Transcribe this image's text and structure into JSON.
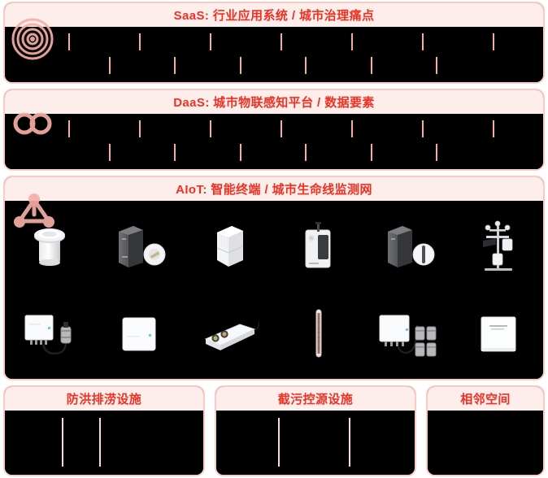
{
  "layers": [
    {
      "id": "saas",
      "title": "SaaS:  行业应用系统 / 城市治理痛点",
      "icon": "radar-waves-icon",
      "tick_rows": [
        7,
        6
      ]
    },
    {
      "id": "daas",
      "title": "DaaS:  城市物联感知平台 / 数据要素",
      "icon": "infinity-database-icon",
      "tick_rows": [
        7,
        6
      ]
    },
    {
      "id": "aiot",
      "title": "AIoT:  智能终端 / 城市生命线监测网",
      "icon": "network-nodes-icon",
      "devices": [
        {
          "name": "manhole-cover-sensor",
          "glyph": "round-well-cap"
        },
        {
          "name": "gas-detector-with-smoke-sensor",
          "glyph": "dark-tower-plus-disc"
        },
        {
          "name": "white-cube-controller",
          "glyph": "white-cube"
        },
        {
          "name": "wall-mounted-monitor",
          "glyph": "panel-box"
        },
        {
          "name": "dark-tower-with-probe",
          "glyph": "dark-tower-plus-oval"
        },
        {
          "name": "weather-station",
          "glyph": "weather-mast"
        },
        {
          "name": "level-gauge-transmitter",
          "glyph": "box-with-probe"
        },
        {
          "name": "square-panel-sensor",
          "glyph": "flat-square"
        },
        {
          "name": "inline-flow-meter",
          "glyph": "bar-module"
        },
        {
          "name": "rain-gauge-stick",
          "glyph": "thin-tube"
        },
        {
          "name": "multi-probe-controller",
          "glyph": "box-with-two-probes"
        },
        {
          "name": "labeled-white-panel",
          "glyph": "label-square"
        }
      ]
    }
  ],
  "bottom_panels": [
    {
      "id": "flood-drainage",
      "title": "防洪排涝设施",
      "dividers": 2
    },
    {
      "id": "sewage-control",
      "title": "截污控源设施",
      "dividers": 2
    },
    {
      "id": "adjacent-space",
      "title": "相邻空间",
      "dividers": 0
    }
  ],
  "colors": {
    "accent_red": "#ef3124",
    "header_pink": "#fdeeeb",
    "border_pink": "#f9c9c4",
    "tick_pink": "#f7aaa2",
    "divider_pink": "#fbd9d4",
    "body_black": "#000000",
    "page_white": "#ffffff"
  }
}
